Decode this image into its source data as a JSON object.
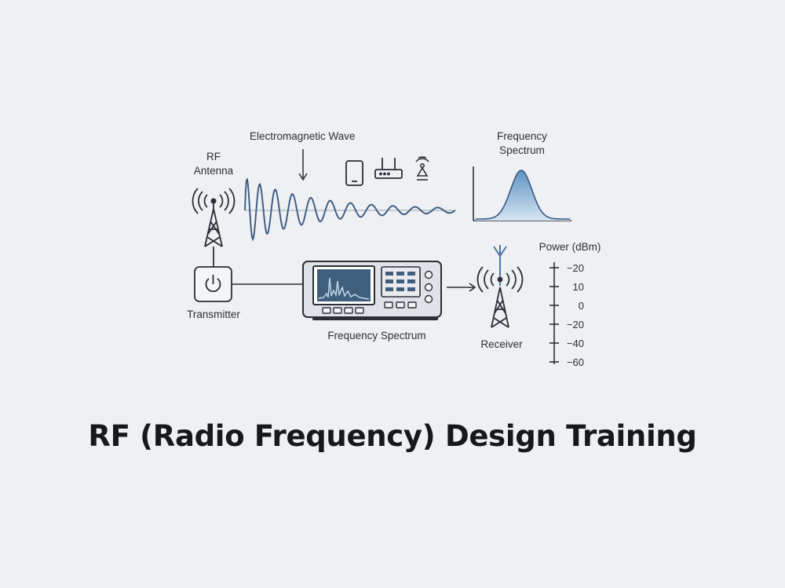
{
  "labels": {
    "em_wave": "Electromagnetic Wave",
    "rf_antenna_line1": "RF",
    "rf_antenna_line2": "Antenna",
    "spectrum_top_line1": "Frequency",
    "spectrum_top_line2": "Spectrum",
    "transmitter": "Transmitter",
    "analyzer": "Frequency Spectrum",
    "receiver": "Receiver",
    "power": "Power (dBm)"
  },
  "power_scale": {
    "ticks": [
      "−20",
      "10",
      "0",
      "−20",
      "−40",
      "−60"
    ]
  },
  "title": "RF (Radio Frequency) Design Training",
  "colors": {
    "line": "#2a2f36",
    "wave": "#3b5a80",
    "spectrum_fill": "#b9d3ea",
    "spectrum_peak": "#6d9cc9",
    "screen": "#3f5f7d",
    "screen_trace": "#c4dcf0",
    "device_body": "#dfe3e8"
  },
  "icons": [
    "antenna-tower-icon",
    "power-icon",
    "smartphone-icon",
    "router-icon",
    "satellite-dish-icon",
    "spectrum-analyzer-icon",
    "receiver-tower-icon"
  ]
}
